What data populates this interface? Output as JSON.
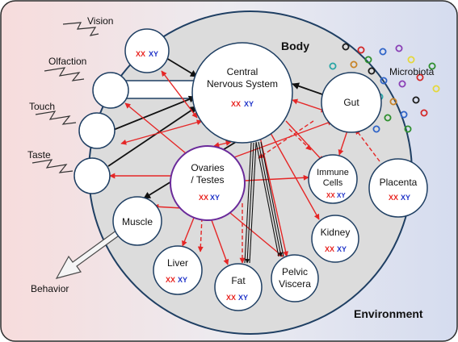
{
  "labels": {
    "body": "Body",
    "environment": "Environment",
    "behavior": "Behavior",
    "microbiota": "Microbiota",
    "senses": {
      "vision": "Vision",
      "olfaction": "Olfaction",
      "touch": "Touch",
      "taste": "Taste"
    }
  },
  "organs": {
    "cns": {
      "line1": "Central",
      "line2": "Nervous System"
    },
    "gonads": {
      "line1": "Ovaries",
      "line2": "/ Testes"
    },
    "gut": "Gut",
    "immune": {
      "line1": "Immune",
      "line2": "Cells"
    },
    "placenta": "Placenta",
    "muscle": "Muscle",
    "liver": "Liver",
    "fat": "Fat",
    "pelvic": {
      "line1": "Pelvic",
      "line2": "Viscera"
    },
    "kidney": "Kidney"
  },
  "chromosomes": {
    "xx": "XX",
    "xy": "XY"
  },
  "colors": {
    "xx": "#e8231f",
    "xy": "#2034c8",
    "arrow_red": "#e52626",
    "arrow_black": "#111111",
    "body_fill": "#dcdcdc",
    "env_left": "#f6dada",
    "env_right": "#d7deef",
    "outline": "#1f3f63",
    "gonad_outline": "#6a2a9a"
  },
  "microbe_colors": [
    "#1a1a1a",
    "#d42727",
    "#2e8f2e",
    "#2f64c8",
    "#8a3fb5",
    "#e5d83b",
    "#2aa6a6",
    "#c88427"
  ]
}
